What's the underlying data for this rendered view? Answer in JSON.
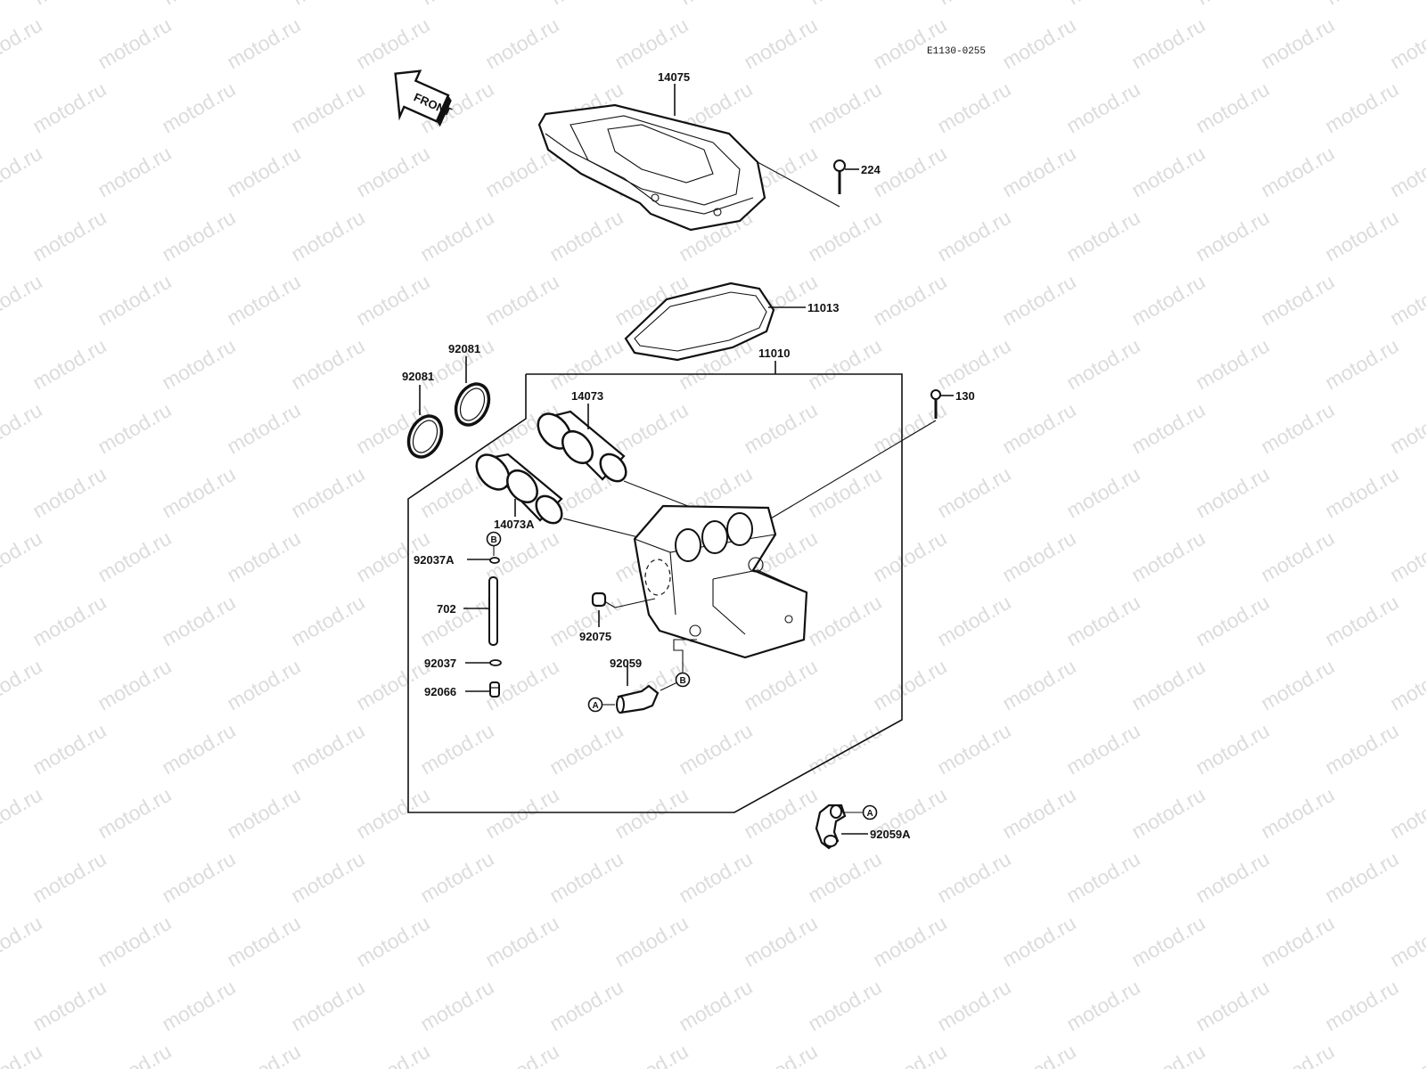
{
  "watermark": {
    "text": "motod.ru"
  },
  "diagram": {
    "reference_code": "E1130-0255",
    "front_arrow_label": "FRONT",
    "parts": {
      "p14075": "14075",
      "p224": "224",
      "p11013": "11013",
      "p11010": "11010",
      "p130": "130",
      "p92081a": "92081",
      "p92081b": "92081",
      "p14073": "14073",
      "p14073a": "14073A",
      "p92037a": "92037A",
      "p702": "702",
      "p92037": "92037",
      "p92066": "92066",
      "p92075": "92075",
      "p92059": "92059",
      "p92059a": "92059A"
    },
    "connectors": {
      "b_top": "B",
      "b_right": "B",
      "a_left": "A",
      "a_bottom": "A"
    }
  }
}
